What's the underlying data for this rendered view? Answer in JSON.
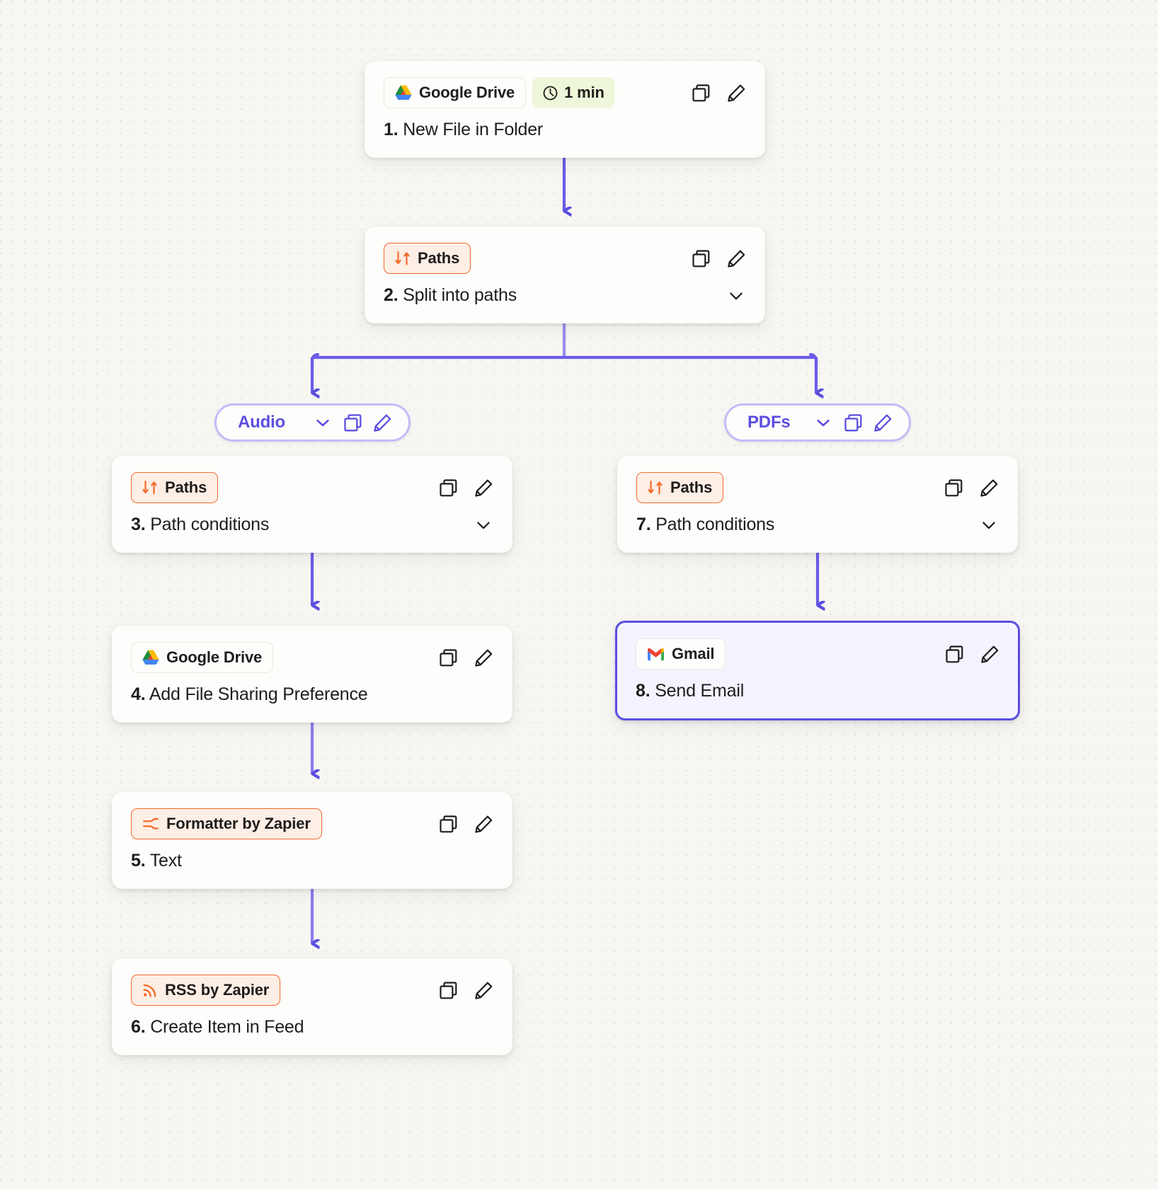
{
  "canvas": {
    "background_color": "#f7f6f3",
    "dot_color": "#dedbd4",
    "connector_color": "#6b5ce7"
  },
  "colors": {
    "accent_purple": "#5b4ee0",
    "path_border": "#c3bbf7",
    "badge_orange_border": "#f5692a",
    "badge_orange_bg": "#fdefe5",
    "time_badge_bg": "#eef7d9",
    "card_bg": "#fdfdfb",
    "selected_card_bg": "#f5f3ff",
    "text": "#201c1c"
  },
  "icons": {
    "duplicate": "copy-icon",
    "edit": "pencil-icon",
    "collapse": "chevron-down-icon",
    "clock": "clock-icon",
    "paths": "paths-arrows-icon",
    "formatter": "formatter-wave-icon",
    "rss": "rss-icon",
    "google_drive": "google-drive-icon",
    "gmail": "gmail-icon"
  },
  "nodes": [
    {
      "id": "step-1",
      "app": "Google Drive",
      "app_icon": "google-drive-icon",
      "badge_style": "app",
      "time_badge": "1 min",
      "step_number": "1.",
      "title": "New File in Folder",
      "has_chevron": false,
      "selected": false
    },
    {
      "id": "step-2",
      "app": "Paths",
      "app_icon": "paths-arrows-icon",
      "badge_style": "orange",
      "time_badge": null,
      "step_number": "2.",
      "title": "Split into paths",
      "has_chevron": true,
      "selected": false
    },
    {
      "id": "step-3",
      "app": "Paths",
      "app_icon": "paths-arrows-icon",
      "badge_style": "orange",
      "time_badge": null,
      "step_number": "3.",
      "title": "Path conditions",
      "has_chevron": true,
      "selected": false
    },
    {
      "id": "step-4",
      "app": "Google Drive",
      "app_icon": "google-drive-icon",
      "badge_style": "app",
      "time_badge": null,
      "step_number": "4.",
      "title": "Add File Sharing Preference",
      "has_chevron": false,
      "selected": false
    },
    {
      "id": "step-5",
      "app": "Formatter by Zapier",
      "app_icon": "formatter-wave-icon",
      "badge_style": "orange",
      "time_badge": null,
      "step_number": "5.",
      "title": "Text",
      "has_chevron": false,
      "selected": false
    },
    {
      "id": "step-6",
      "app": "RSS by Zapier",
      "app_icon": "rss-icon",
      "badge_style": "orange",
      "time_badge": null,
      "step_number": "6.",
      "title": "Create Item in Feed",
      "has_chevron": false,
      "selected": false
    },
    {
      "id": "step-7",
      "app": "Paths",
      "app_icon": "paths-arrows-icon",
      "badge_style": "orange",
      "time_badge": null,
      "step_number": "7.",
      "title": "Path conditions",
      "has_chevron": true,
      "selected": false
    },
    {
      "id": "step-8",
      "app": "Gmail",
      "app_icon": "gmail-icon",
      "badge_style": "app",
      "time_badge": null,
      "step_number": "8.",
      "title": "Send Email",
      "has_chevron": false,
      "selected": true
    }
  ],
  "paths": [
    {
      "id": "path-audio",
      "label": "Audio"
    },
    {
      "id": "path-pdfs",
      "label": "PDFs"
    }
  ]
}
